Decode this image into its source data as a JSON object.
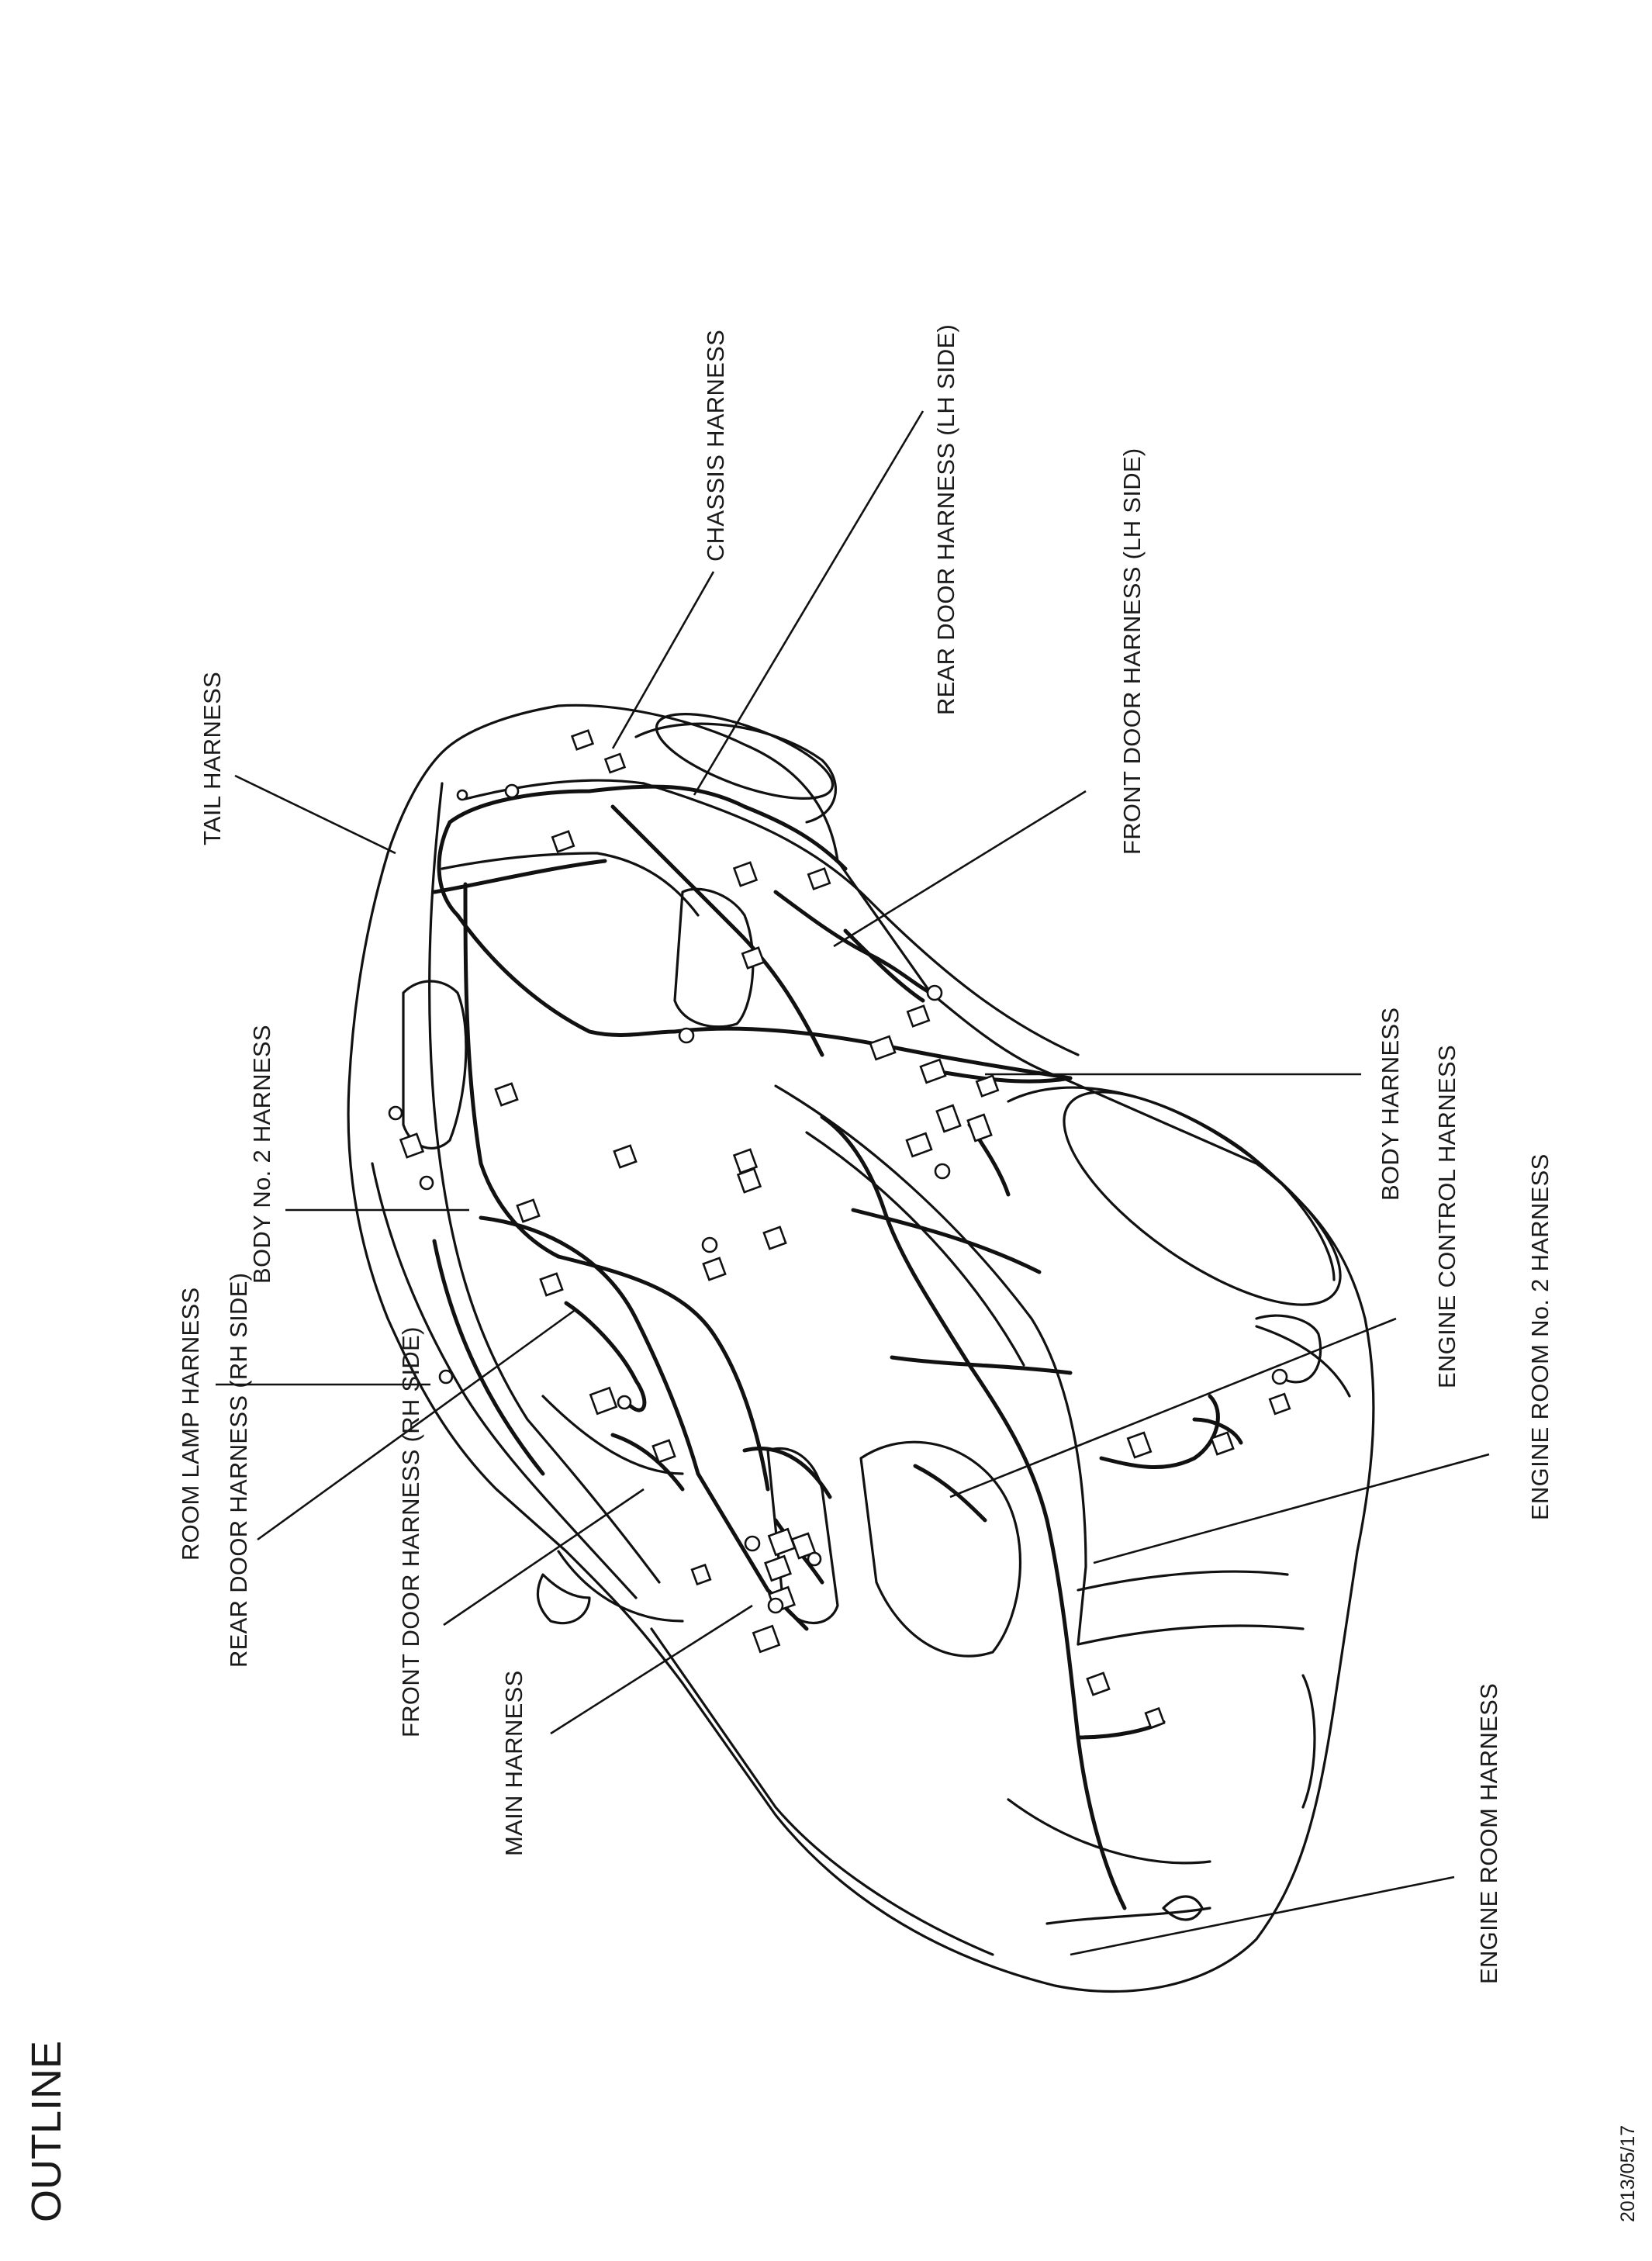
{
  "page_title": "OUTLINE",
  "date": "2013/05/17",
  "labels": {
    "chassis": "CHASSIS HARNESS",
    "rear_door_lh": "REAR DOOR HARNESS (LH SIDE)",
    "front_door_lh": "FRONT DOOR HARNESS (LH SIDE)",
    "tail": "TAIL HARNESS",
    "body_no2": "BODY No. 2 HARNESS",
    "body": "BODY HARNESS",
    "engine_control": "ENGINE CONTROL HARNESS",
    "engine_room_no2": "ENGINE ROOM No. 2 HARNESS",
    "room_lamp": "ROOM LAMP HARNESS",
    "rear_door_rh": "REAR DOOR HARNESS (RH SIDE)",
    "front_door_rh": "FRONT DOOR HARNESS (RH SIDE)",
    "main": "MAIN HARNESS",
    "engine_room": "ENGINE ROOM HARNESS"
  }
}
